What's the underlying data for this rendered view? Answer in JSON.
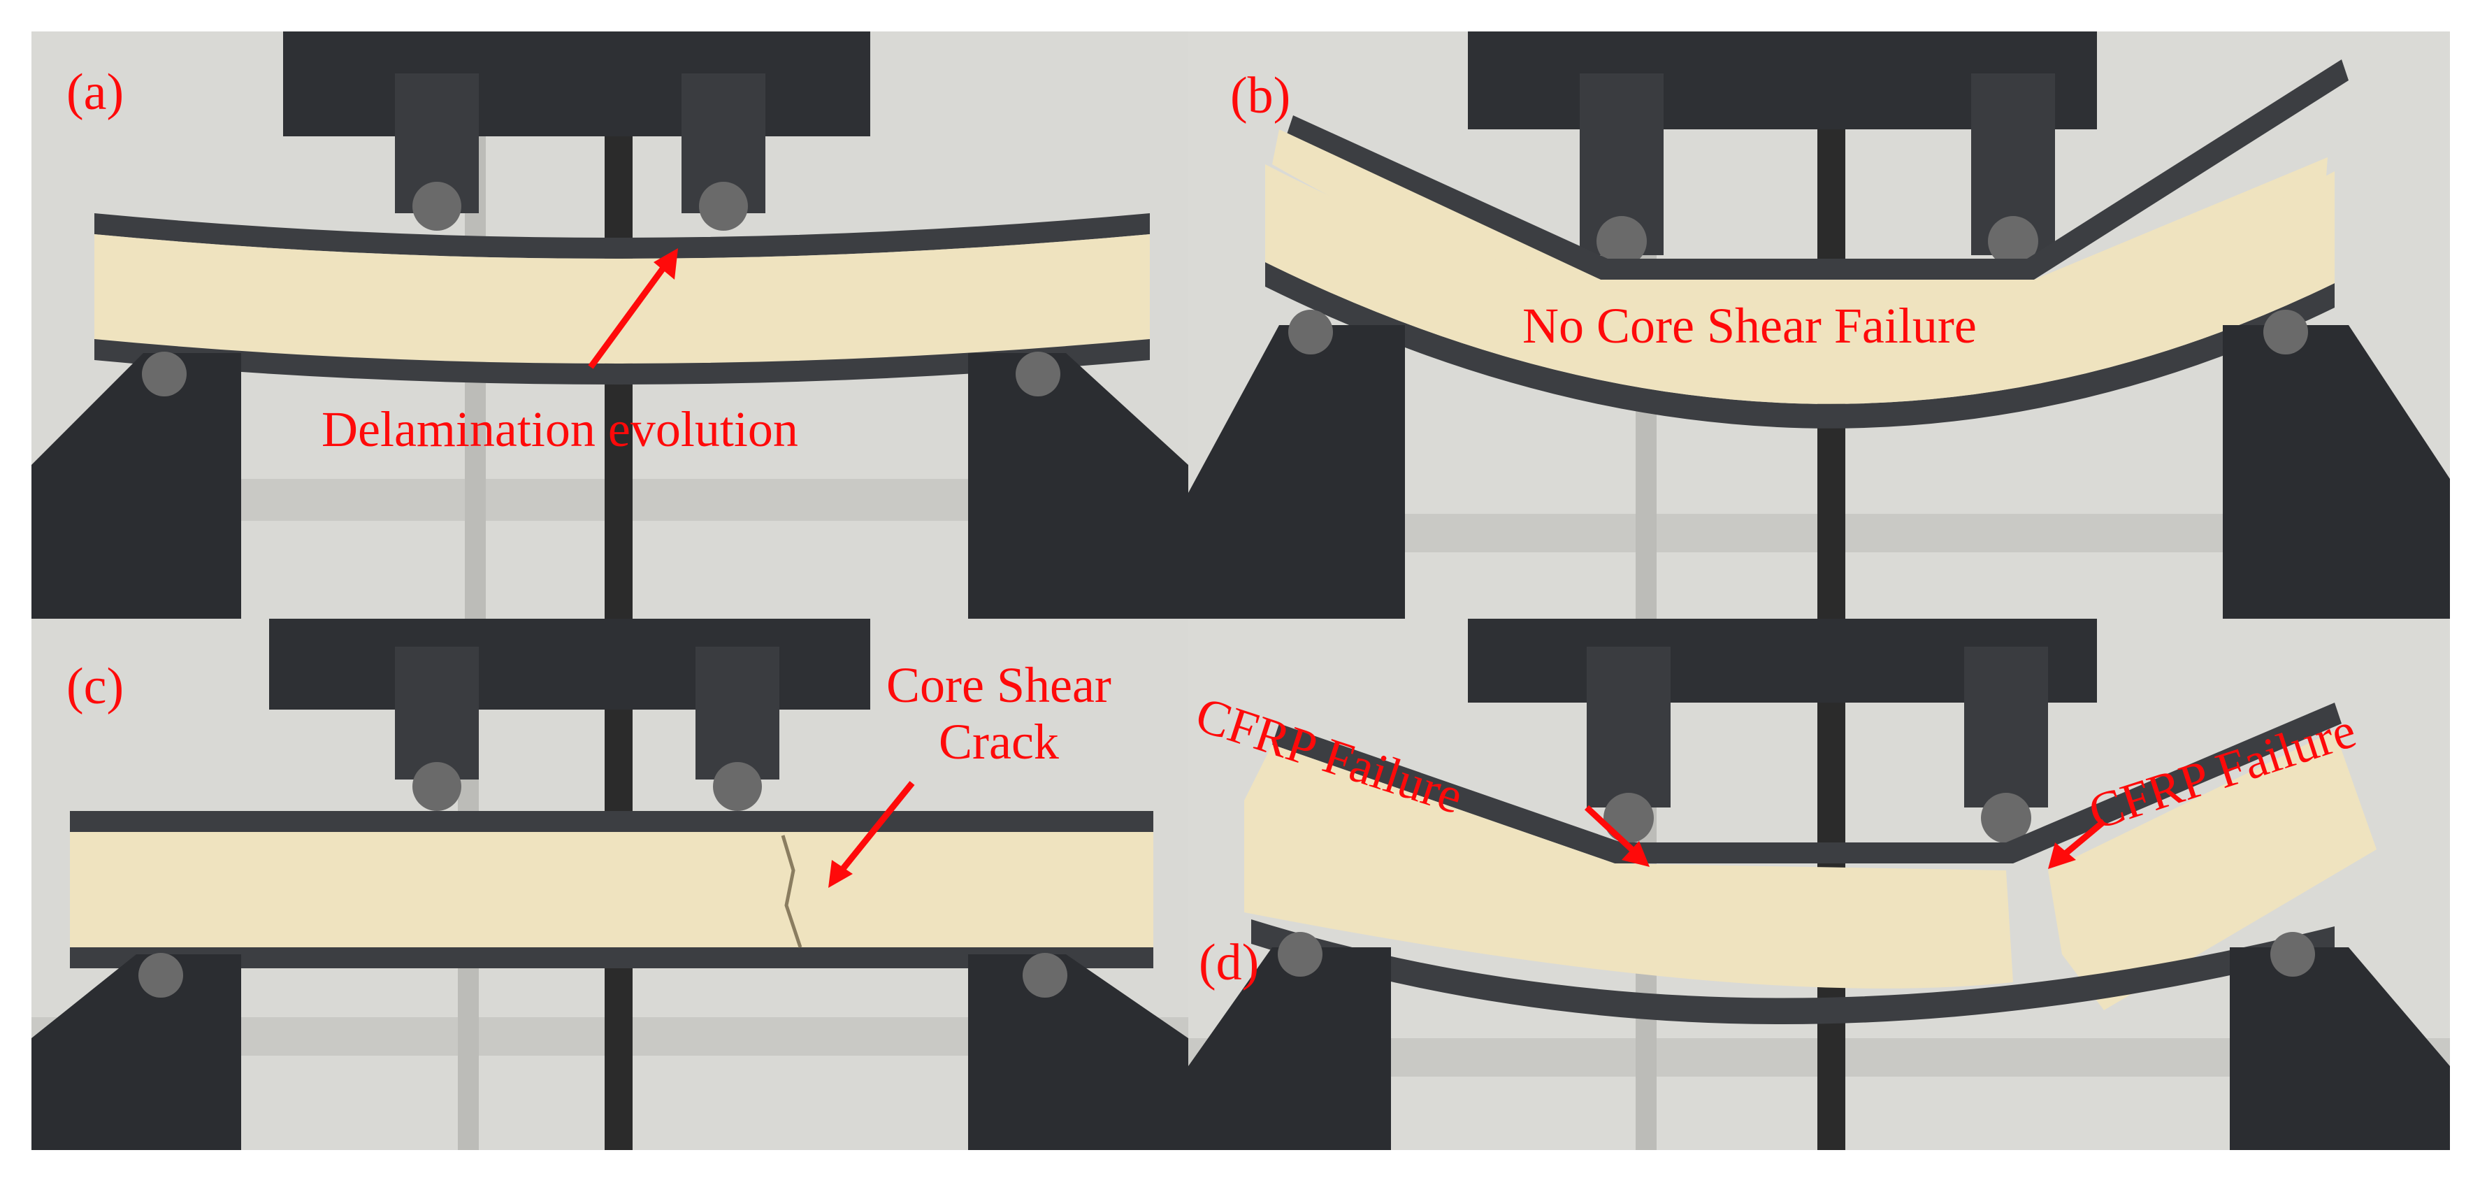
{
  "panels": [
    {
      "tag": "(a)",
      "annotations": [
        "Delamination evolution"
      ]
    },
    {
      "tag": "(b)",
      "annotations": [
        "No Core Shear Failure"
      ]
    },
    {
      "tag": "(c)",
      "annotations": [
        "Core Shear",
        "Crack"
      ]
    },
    {
      "tag": "(d)",
      "annotations": [
        "CFRP Failure",
        "CFRP Failure"
      ]
    }
  ],
  "colors": {
    "annotation": "#ff0a0a",
    "wall": "#dcdcd8",
    "foam_core": "#efe3bf",
    "cfrp_face": "#3c3e42",
    "fixture": "#2e3034"
  }
}
